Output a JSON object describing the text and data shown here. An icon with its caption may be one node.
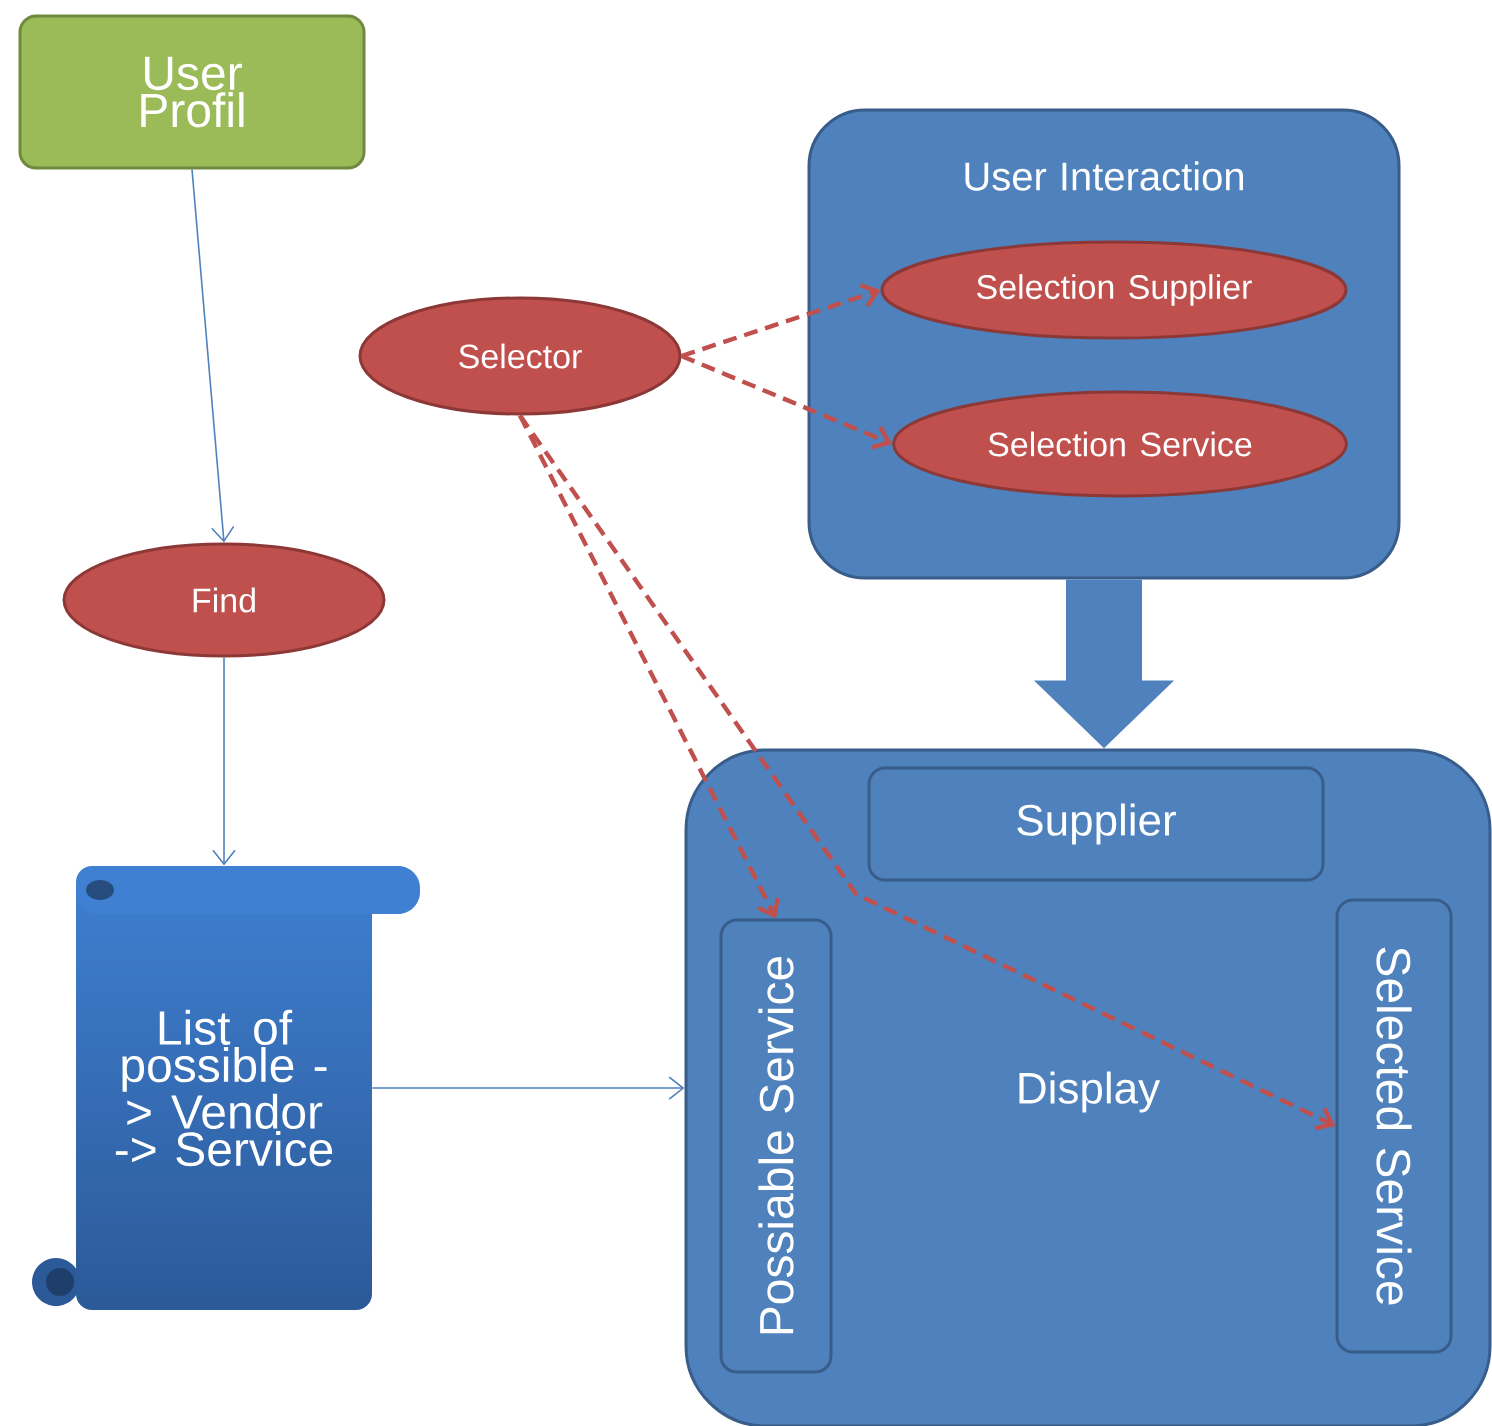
{
  "diagram": {
    "nodes": [
      {
        "text": [
          "User Profil"
        ]
      },
      {
        "text": [
          "Selector"
        ]
      },
      {
        "text": [
          "User Interaction"
        ]
      },
      {
        "text": [
          "Selection Supplier"
        ],
        "in": 2
      },
      {
        "text": [
          "Selection Service"
        ],
        "in": 2
      },
      {
        "text": [
          "Find"
        ]
      },
      {
        "text": [
          "List of possible -> Vendor -> Service"
        ]
      },
      {
        "text": [
          "Display"
        ]
      },
      {
        "text": [
          "Supplier"
        ],
        "in": 7
      },
      {
        "text": [
          "Possiable Service"
        ],
        "in": 7
      },
      {
        "text": [
          "Selected Service"
        ],
        "in": 7
      }
    ],
    "edges": [
      {
        "from": 0,
        "to": 5,
        "arrow": "to",
        "color": "#4f81bd"
      },
      {
        "from": 5,
        "to": 6,
        "arrow": "to",
        "color": "#4f81bd"
      },
      {
        "from": 6,
        "to": 7,
        "arrow": "to",
        "color": "#4f81bd"
      },
      {
        "from": 1,
        "to": 3,
        "arrow": "to",
        "style": "dashed",
        "color": "#c0504d"
      },
      {
        "from": 1,
        "to": 4,
        "arrow": "to",
        "style": "dashed",
        "color": "#c0504d"
      },
      {
        "from": 1,
        "to": 9,
        "arrow": "to",
        "style": "dashed",
        "color": "#c0504d"
      },
      {
        "from": 1,
        "to": 10,
        "arrow": "to",
        "style": "dashed",
        "color": "#c0504d"
      },
      {
        "from": 2,
        "to": 7,
        "arrow": "to",
        "style": "thick",
        "color": "#4f81bd"
      }
    ]
  }
}
